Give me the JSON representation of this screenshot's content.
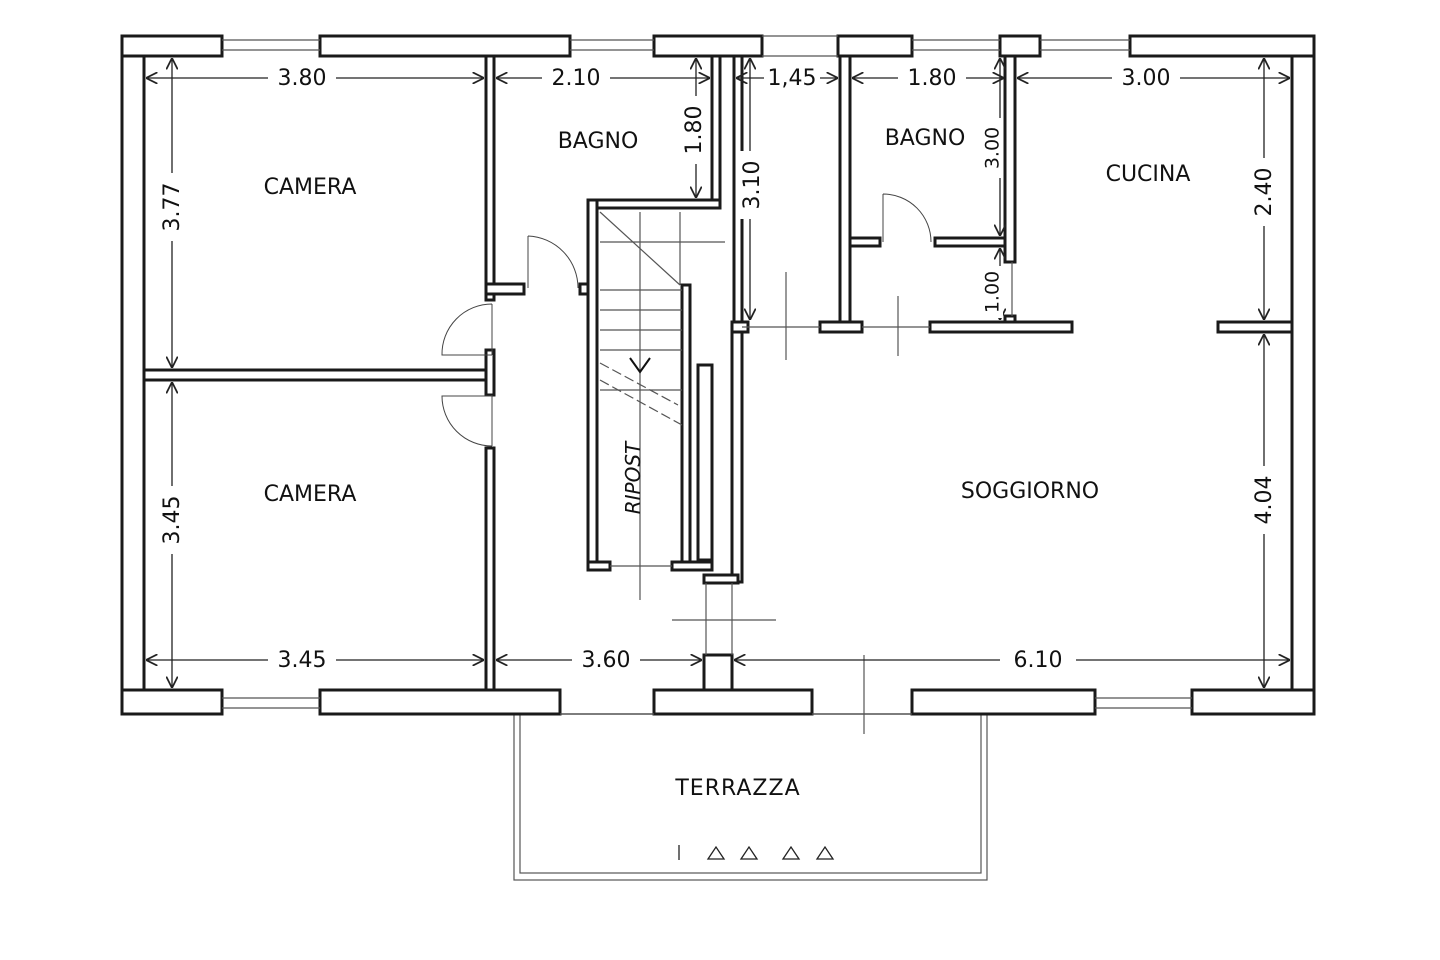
{
  "rooms": {
    "camera_top": "CAMERA",
    "camera_bottom": "CAMERA",
    "bagno_left": "BAGNO",
    "bagno_right": "BAGNO",
    "cucina": "CUCINA",
    "soggiorno": "SOGGIORNO",
    "ripost": "RIPOST",
    "terrazza": "TERRAZZA"
  },
  "dimensions": {
    "camera_top_width": "3.80",
    "camera_top_height": "3.77",
    "bagno_left_width": "2.10",
    "bagno_left_height": "1.80",
    "hall_width": "1,45",
    "hall_height": "3.10",
    "bagno_right_width": "1.80",
    "bagno_right_height": "3.00",
    "antibagno_height": "1.00",
    "cucina_width": "3.00",
    "cucina_height": "2.40",
    "camera_bottom_height": "3.45",
    "camera_bottom_width": "3.45",
    "corridor_width": "3.60",
    "soggiorno_width": "6.10",
    "soggiorno_height": "4.04"
  },
  "colors": {
    "line": "#1a1a1a",
    "background": "#ffffff"
  }
}
